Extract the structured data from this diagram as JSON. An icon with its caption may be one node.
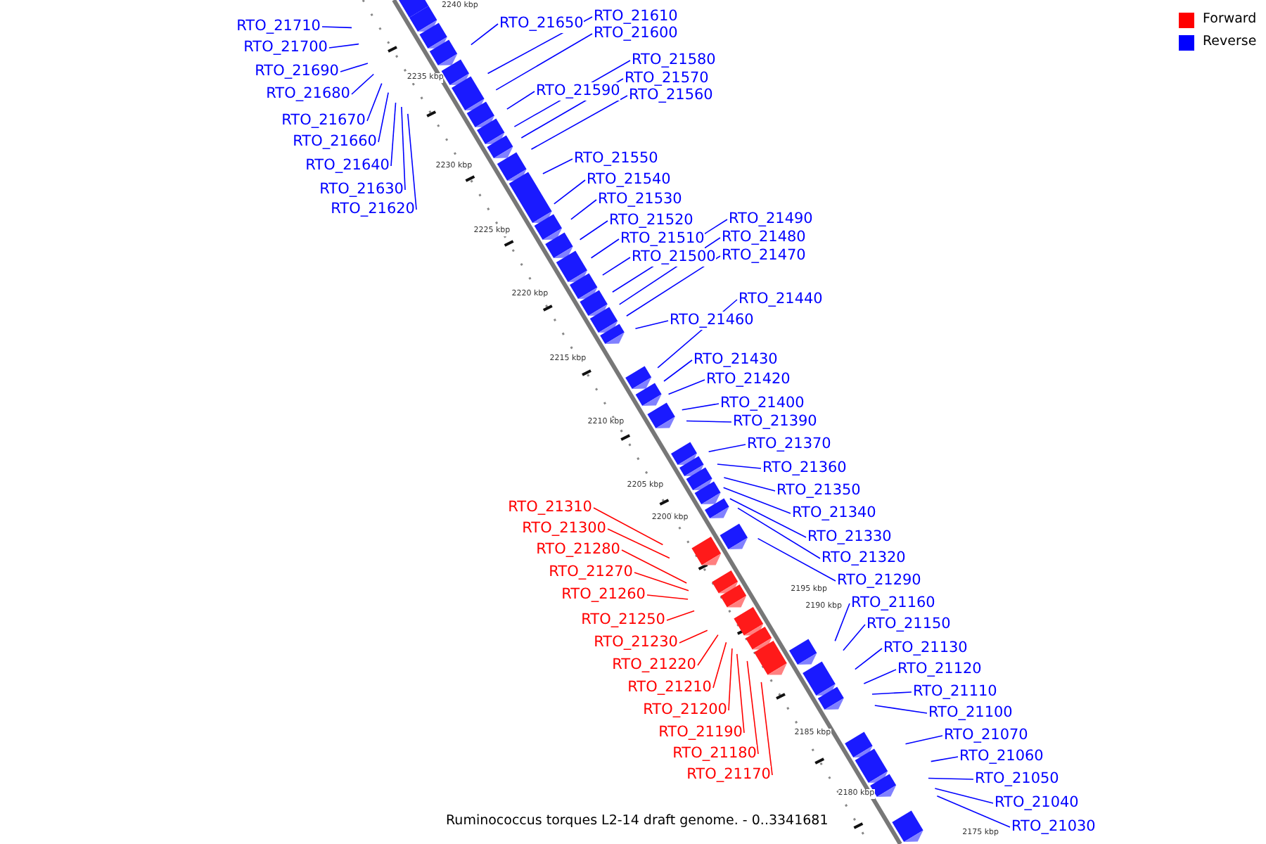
{
  "diagram": {
    "caption": "Ruminococcus torques L2-14 draft genome. - 0..3341681",
    "nodes": [
      {
        "text": [
          "RTO_21610"
        ]
      },
      {
        "text": [
          "RTO_21650"
        ]
      },
      {
        "text": [
          "RTO_21710"
        ]
      },
      {
        "text": [
          "RTO_21600"
        ]
      },
      {
        "text": [
          "RTO_21700"
        ]
      },
      {
        "text": [
          "RTO_21580"
        ]
      },
      {
        "text": [
          "RTO_21690"
        ]
      },
      {
        "text": [
          "RTO_21570"
        ]
      },
      {
        "text": [
          "RTO_21590"
        ]
      },
      {
        "text": [
          "RTO_21680"
        ]
      },
      {
        "text": [
          "RTO_21560"
        ]
      },
      {
        "text": [
          "RTO_21670"
        ]
      },
      {
        "text": [
          "RTO_21660"
        ]
      },
      {
        "text": [
          "RTO_21550"
        ]
      },
      {
        "text": [
          "RTO_21640"
        ]
      },
      {
        "text": [
          "RTO_21540"
        ]
      },
      {
        "text": [
          "RTO_21630"
        ]
      },
      {
        "text": [
          "RTO_21530"
        ]
      },
      {
        "text": [
          "RTO_21620"
        ]
      },
      {
        "text": [
          "RTO_21520"
        ]
      },
      {
        "text": [
          "RTO_21490"
        ]
      },
      {
        "text": [
          "RTO_21480"
        ]
      },
      {
        "text": [
          "RTO_21510"
        ]
      },
      {
        "text": [
          "RTO_21470"
        ]
      },
      {
        "text": [
          "RTO_21500"
        ]
      },
      {
        "text": [
          "RTO_21440"
        ]
      },
      {
        "text": [
          "RTO_21460"
        ]
      },
      {
        "text": [
          "RTO_21430"
        ]
      },
      {
        "text": [
          "RTO_21420"
        ]
      },
      {
        "text": [
          "RTO_21400"
        ]
      },
      {
        "text": [
          "RTO_21390"
        ]
      },
      {
        "text": [
          "RTO_21370"
        ]
      },
      {
        "text": [
          "RTO_21360"
        ]
      },
      {
        "text": [
          "RTO_21350"
        ]
      },
      {
        "text": [
          "RTO_21310"
        ]
      },
      {
        "text": [
          "RTO_21340"
        ]
      },
      {
        "text": [
          "RTO_21300"
        ]
      },
      {
        "text": [
          "RTO_21330"
        ]
      },
      {
        "text": [
          "RTO_21280"
        ]
      },
      {
        "text": [
          "RTO_21320"
        ]
      },
      {
        "text": [
          "RTO_21270"
        ]
      },
      {
        "text": [
          "RTO_21290"
        ]
      },
      {
        "text": [
          "RTO_21260"
        ]
      },
      {
        "text": [
          "RTO_21160"
        ]
      },
      {
        "text": [
          "RTO_21250"
        ]
      },
      {
        "text": [
          "RTO_21150"
        ]
      },
      {
        "text": [
          "RTO_21230"
        ]
      },
      {
        "text": [
          "RTO_21130"
        ]
      },
      {
        "text": [
          "RTO_21220"
        ]
      },
      {
        "text": [
          "RTO_21120"
        ]
      },
      {
        "text": [
          "RTO_21210"
        ]
      },
      {
        "text": [
          "RTO_21110"
        ]
      },
      {
        "text": [
          "RTO_21200"
        ]
      },
      {
        "text": [
          "RTO_21100"
        ]
      },
      {
        "text": [
          "RTO_21190"
        ]
      },
      {
        "text": [
          "RTO_21070"
        ]
      },
      {
        "text": [
          "RTO_21180"
        ]
      },
      {
        "text": [
          "RTO_21060"
        ]
      },
      {
        "text": [
          "RTO_21170"
        ]
      },
      {
        "text": [
          "RTO_21050"
        ]
      },
      {
        "text": [
          "RTO_21040"
        ]
      },
      {
        "text": [
          "RTO_21030"
        ]
      }
    ],
    "edges": [
      {
        "from": 0,
        "to": null,
        "arrow": "none"
      },
      {
        "from": 1,
        "to": null,
        "arrow": "none"
      },
      {
        "from": 2,
        "to": null,
        "arrow": "none"
      },
      {
        "from": 3,
        "to": null,
        "arrow": "none"
      },
      {
        "from": 4,
        "to": null,
        "arrow": "none"
      },
      {
        "from": 5,
        "to": null,
        "arrow": "none"
      },
      {
        "from": 6,
        "to": null,
        "arrow": "none"
      },
      {
        "from": 7,
        "to": null,
        "arrow": "none"
      },
      {
        "from": 8,
        "to": null,
        "arrow": "none"
      },
      {
        "from": 9,
        "to": null,
        "arrow": "none"
      },
      {
        "from": 10,
        "to": null,
        "arrow": "none"
      },
      {
        "from": 11,
        "to": null,
        "arrow": "none"
      },
      {
        "from": 12,
        "to": null,
        "arrow": "none"
      },
      {
        "from": 13,
        "to": null,
        "arrow": "none"
      },
      {
        "from": 14,
        "to": null,
        "arrow": "none"
      },
      {
        "from": 15,
        "to": null,
        "arrow": "none"
      },
      {
        "from": 16,
        "to": null,
        "arrow": "none"
      },
      {
        "from": 17,
        "to": null,
        "arrow": "none"
      },
      {
        "from": 18,
        "to": null,
        "arrow": "none"
      },
      {
        "from": 19,
        "to": null,
        "arrow": "none"
      },
      {
        "from": 20,
        "to": null,
        "arrow": "none"
      },
      {
        "from": 21,
        "to": null,
        "arrow": "none"
      },
      {
        "from": 22,
        "to": null,
        "arrow": "none"
      },
      {
        "from": 23,
        "to": null,
        "arrow": "none"
      },
      {
        "from": 24,
        "to": null,
        "arrow": "none"
      },
      {
        "from": 25,
        "to": null,
        "arrow": "none"
      },
      {
        "from": 26,
        "to": null,
        "arrow": "none"
      },
      {
        "from": 27,
        "to": null,
        "arrow": "none"
      },
      {
        "from": 28,
        "to": null,
        "arrow": "none"
      },
      {
        "from": 29,
        "to": null,
        "arrow": "none"
      },
      {
        "from": 30,
        "to": null,
        "arrow": "none"
      },
      {
        "from": 31,
        "to": null,
        "arrow": "none"
      },
      {
        "from": 32,
        "to": null,
        "arrow": "none"
      },
      {
        "from": 33,
        "to": null,
        "arrow": "none"
      },
      {
        "from": 34,
        "to": null,
        "arrow": "none",
        "color": "#ff0000"
      },
      {
        "from": 35,
        "to": null,
        "arrow": "none"
      },
      {
        "from": 36,
        "to": null,
        "arrow": "none",
        "color": "#ff0000"
      },
      {
        "from": 37,
        "to": null,
        "arrow": "none"
      },
      {
        "from": 38,
        "to": null,
        "arrow": "none",
        "color": "#ff0000"
      },
      {
        "from": 39,
        "to": null,
        "arrow": "none"
      },
      {
        "from": 40,
        "to": null,
        "arrow": "none",
        "color": "#ff0000"
      },
      {
        "from": 41,
        "to": null,
        "arrow": "none"
      },
      {
        "from": 42,
        "to": null,
        "arrow": "none",
        "color": "#ff0000"
      },
      {
        "from": 43,
        "to": null,
        "arrow": "none"
      },
      {
        "from": 44,
        "to": null,
        "arrow": "none",
        "color": "#ff0000"
      },
      {
        "from": 45,
        "to": null,
        "arrow": "none"
      },
      {
        "from": 46,
        "to": null,
        "arrow": "none",
        "color": "#ff0000"
      },
      {
        "from": 47,
        "to": null,
        "arrow": "none"
      },
      {
        "from": 48,
        "to": null,
        "arrow": "none",
        "color": "#ff0000"
      },
      {
        "from": 49,
        "to": null,
        "arrow": "none"
      },
      {
        "from": 50,
        "to": null,
        "arrow": "none",
        "color": "#ff0000"
      },
      {
        "from": 51,
        "to": null,
        "arrow": "none"
      },
      {
        "from": 52,
        "to": null,
        "arrow": "none",
        "color": "#ff0000"
      },
      {
        "from": 53,
        "to": null,
        "arrow": "none"
      },
      {
        "from": 54,
        "to": null,
        "arrow": "none",
        "color": "#ff0000"
      },
      {
        "from": 55,
        "to": null,
        "arrow": "none"
      },
      {
        "from": 56,
        "to": null,
        "arrow": "none",
        "color": "#ff0000"
      },
      {
        "from": 57,
        "to": null,
        "arrow": "none"
      },
      {
        "from": 58,
        "to": null,
        "arrow": "none",
        "color": "#ff0000"
      },
      {
        "from": 59,
        "to": null,
        "arrow": "none"
      },
      {
        "from": 60,
        "to": null,
        "arrow": "none"
      },
      {
        "from": 61,
        "to": null,
        "arrow": "none"
      }
    ],
    "labels": [
      "2240 kbp",
      "2235 kbp",
      "2230 kbp",
      "2225 kbp",
      "2220 kbp",
      "2215 kbp",
      "2210 kbp",
      "2205 kbp",
      "2200 kbp",
      "2195 kbp",
      "2190 kbp",
      "2185 kbp",
      "2180 kbp",
      "2175 kbp"
    ],
    "legend": [
      {
        "text": "Forward",
        "color": "#ff0000"
      },
      {
        "text": "Reverse",
        "color": "#0000ff"
      }
    ]
  }
}
